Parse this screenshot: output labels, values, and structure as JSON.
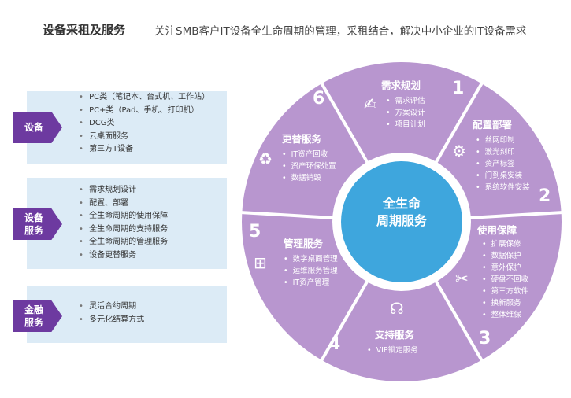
{
  "header": {
    "title": "设备采租及服务",
    "subtitle": "关注SMB客户IT设备全生命周期的管理，采租结合，解决中小企业的IT设备需求"
  },
  "categories": [
    {
      "tag": "设备",
      "items": [
        "PC类（笔记本、台式机、工作站）",
        "PC+类（Pad、手机、打印机）",
        "DCG类",
        "云桌面服务",
        "第三方T设备"
      ]
    },
    {
      "tag": "设备服务",
      "items": [
        "需求规划设计",
        "配置、部署",
        "全生命周期的使用保障",
        "全生命周期的支持服务",
        "全生命周期的管理服务",
        "设备更替服务"
      ]
    },
    {
      "tag": "金融服务",
      "items": [
        "灵活合约周期",
        "多元化结算方式"
      ]
    }
  ],
  "wheel": {
    "center": "全生命周期服务",
    "center_lines": [
      "全生命",
      "周期服务"
    ],
    "segments": [
      {
        "num": "1",
        "title": "需求规划",
        "icon": "document-pen-icon",
        "items": [
          "需求评估",
          "方案设计",
          "项目计划"
        ]
      },
      {
        "num": "2",
        "title": "配置部署",
        "icon": "window-gear-icon",
        "items": [
          "丝网印制",
          "激光刻印",
          "资产标签",
          "门到桌安装",
          "系统软件安装"
        ]
      },
      {
        "num": "3",
        "title": "使用保障",
        "icon": "wrench-screwdriver-icon",
        "items": [
          "扩展保修",
          "数据保护",
          "意外保护",
          "硬盘不回收",
          "第三方软件",
          "换新服务",
          "整体维保"
        ]
      },
      {
        "num": "4",
        "title": "支持服务",
        "icon": "headset-agent-icon",
        "items": [
          "VIP锁定服务"
        ]
      },
      {
        "num": "5",
        "title": "管理服务",
        "icon": "org-chart-icon",
        "items": [
          "数字桌面管理",
          "运维服务管理",
          "IT资产管理"
        ]
      },
      {
        "num": "6",
        "title": "更替服务",
        "icon": "recycle-icon",
        "items": [
          "IT资产回收",
          "资产环保处置",
          "数据销毁"
        ]
      }
    ]
  },
  "colors": {
    "purple": "#b896cf",
    "tag": "#6d3aa0",
    "blue": "#3ea6dd",
    "box": "#dcebf6"
  }
}
